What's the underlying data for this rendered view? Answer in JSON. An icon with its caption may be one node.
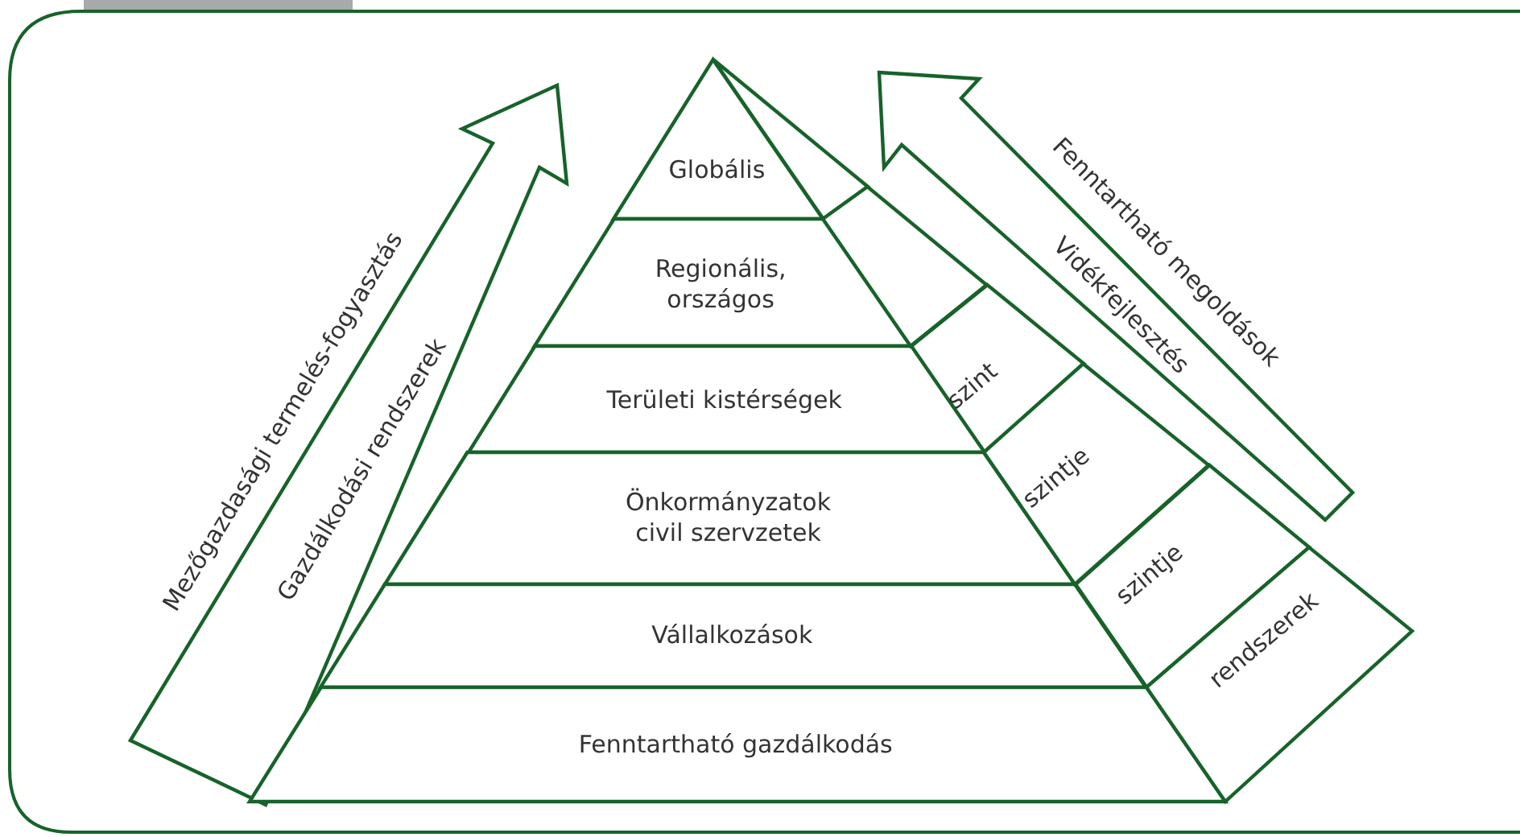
{
  "diagram": {
    "nodes": [
      {
        "text": [
          "Mezőgazdasági termelés-fogyasztás",
          "Gazdálkodási rendszerek"
        ]
      },
      {
        "text": [
          "Globális"
        ]
      },
      {
        "text": [
          "Regionális, országos"
        ]
      },
      {
        "text": [
          "Területi kistérségek"
        ]
      },
      {
        "text": [
          "Önkormányzatok civil szervzetek"
        ]
      },
      {
        "text": [
          "Vállalkozások"
        ]
      },
      {
        "text": [
          "Fenntartható gazdálkodás"
        ]
      },
      {
        "text": [],
        "shape": "triangle"
      },
      {
        "text": [],
        "shape": "box"
      },
      {
        "text": [
          "szint"
        ]
      },
      {
        "text": [
          "szintje"
        ]
      },
      {
        "text": [
          "szintje"
        ]
      },
      {
        "text": [
          "rendszerek"
        ]
      },
      {
        "text": [
          "Fenntartható megoldások",
          "Vidékfejlesztés"
        ]
      }
    ]
  }
}
